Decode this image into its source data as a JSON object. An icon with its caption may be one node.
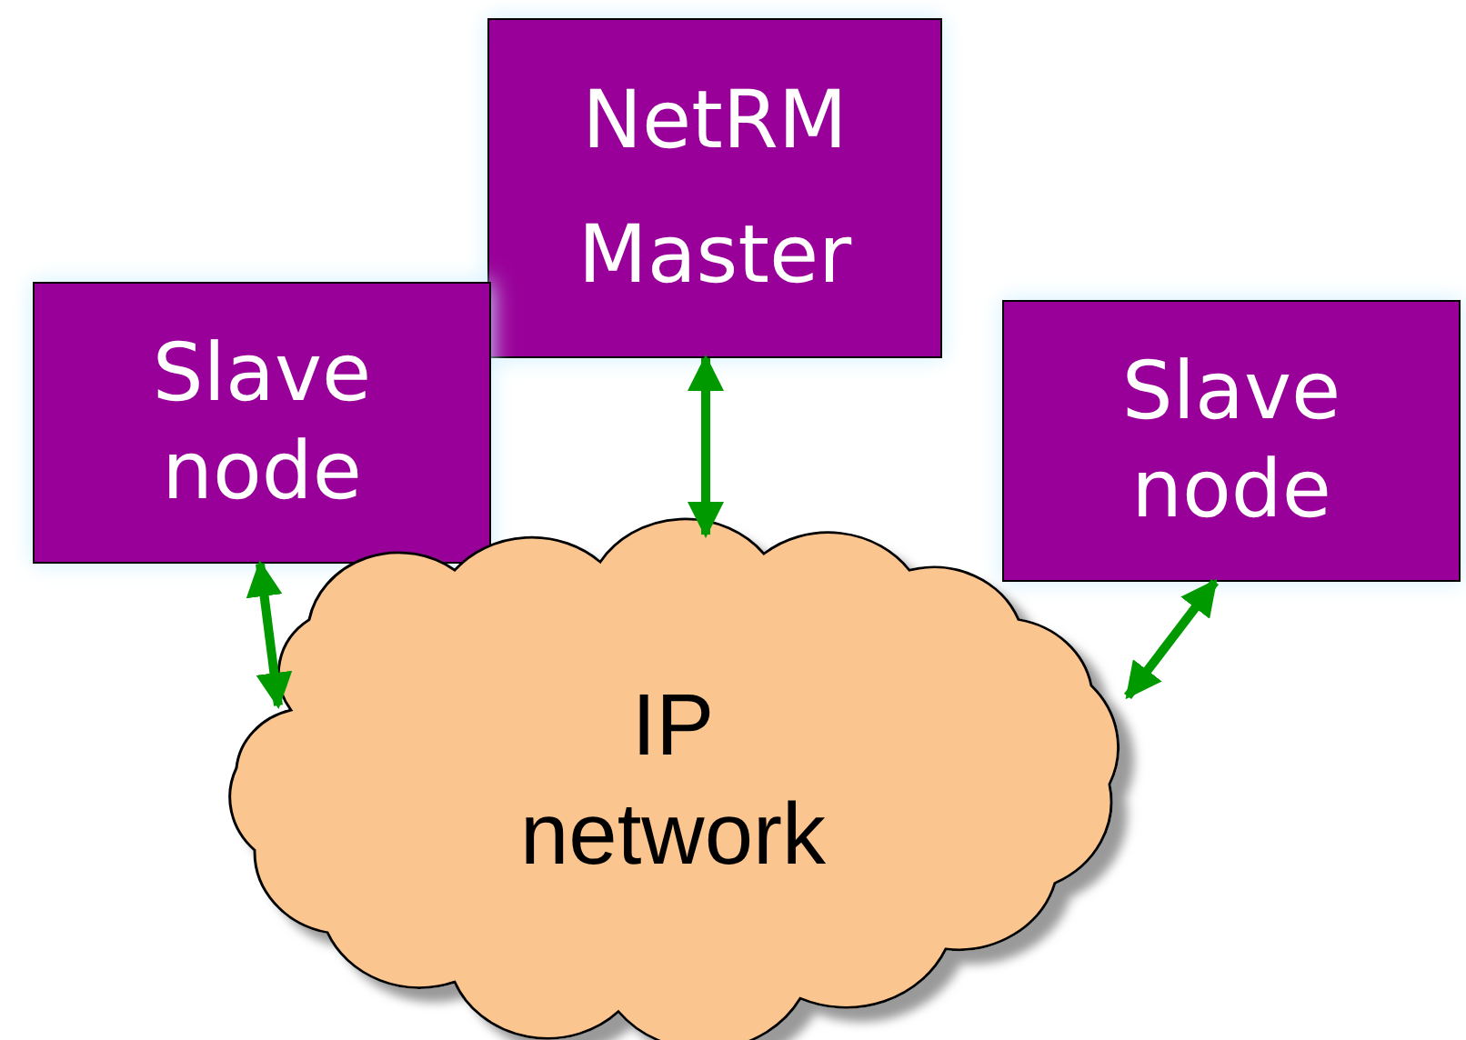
{
  "diagram": {
    "nodes": [
      {
        "text": [
          "NetRM Master"
        ]
      },
      {
        "text": [
          "Slave node"
        ]
      },
      {
        "text": [
          "Slave node"
        ]
      },
      {
        "text": [
          "IP network"
        ]
      }
    ],
    "edges": [
      {
        "from": 0,
        "to": 3,
        "arrow": "both"
      },
      {
        "from": 1,
        "to": 3,
        "arrow": "both"
      },
      {
        "from": 2,
        "to": 3,
        "arrow": "both"
      }
    ]
  }
}
